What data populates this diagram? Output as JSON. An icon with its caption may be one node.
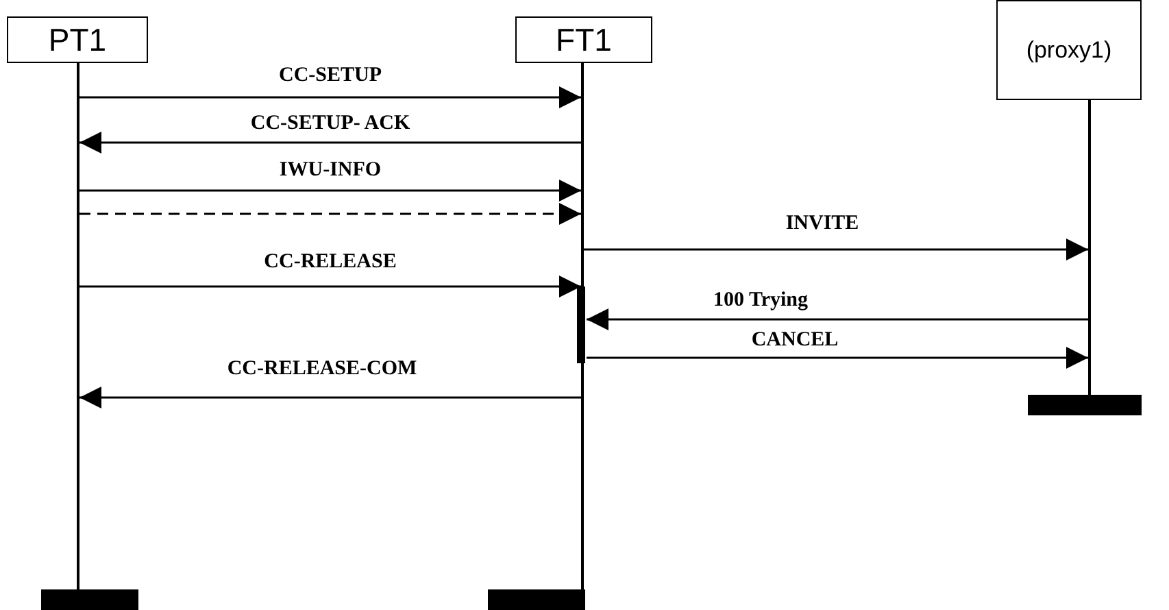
{
  "diagram": {
    "nodes": [
      {
        "text": [
          "PT1"
        ]
      },
      {
        "text": [
          "FT1"
        ]
      },
      {
        "text": [
          "(proxy1)"
        ]
      },
      {
        "text": [],
        "shape": "line"
      },
      {
        "text": [],
        "shape": "line"
      },
      {
        "text": [],
        "shape": "line"
      },
      {
        "text": [],
        "shape": "bar"
      },
      {
        "text": [],
        "shape": "bar"
      },
      {
        "text": [],
        "shape": "bar"
      }
    ],
    "edges": [
      {
        "from": 3,
        "to": 4,
        "arrow": "to",
        "label": "CC-SETUP"
      },
      {
        "from": 4,
        "to": 3,
        "arrow": "to",
        "label": "CC-SETUP- ACK"
      },
      {
        "from": 3,
        "to": 4,
        "arrow": "to",
        "label": "IWU-INFO"
      },
      {
        "from": 3,
        "to": 4,
        "arrow": "to",
        "style": "dashed"
      },
      {
        "from": 4,
        "to": 5,
        "arrow": "to",
        "label": "INVITE"
      },
      {
        "from": 3,
        "to": 4,
        "arrow": "to",
        "label": "CC-RELEASE"
      },
      {
        "from": 5,
        "to": 4,
        "arrow": "to",
        "label": "100 Trying"
      },
      {
        "from": 4,
        "to": 5,
        "arrow": "to",
        "label": "CANCEL"
      },
      {
        "from": 4,
        "to": 3,
        "arrow": "to",
        "label": "CC-RELEASE-COM"
      }
    ]
  }
}
